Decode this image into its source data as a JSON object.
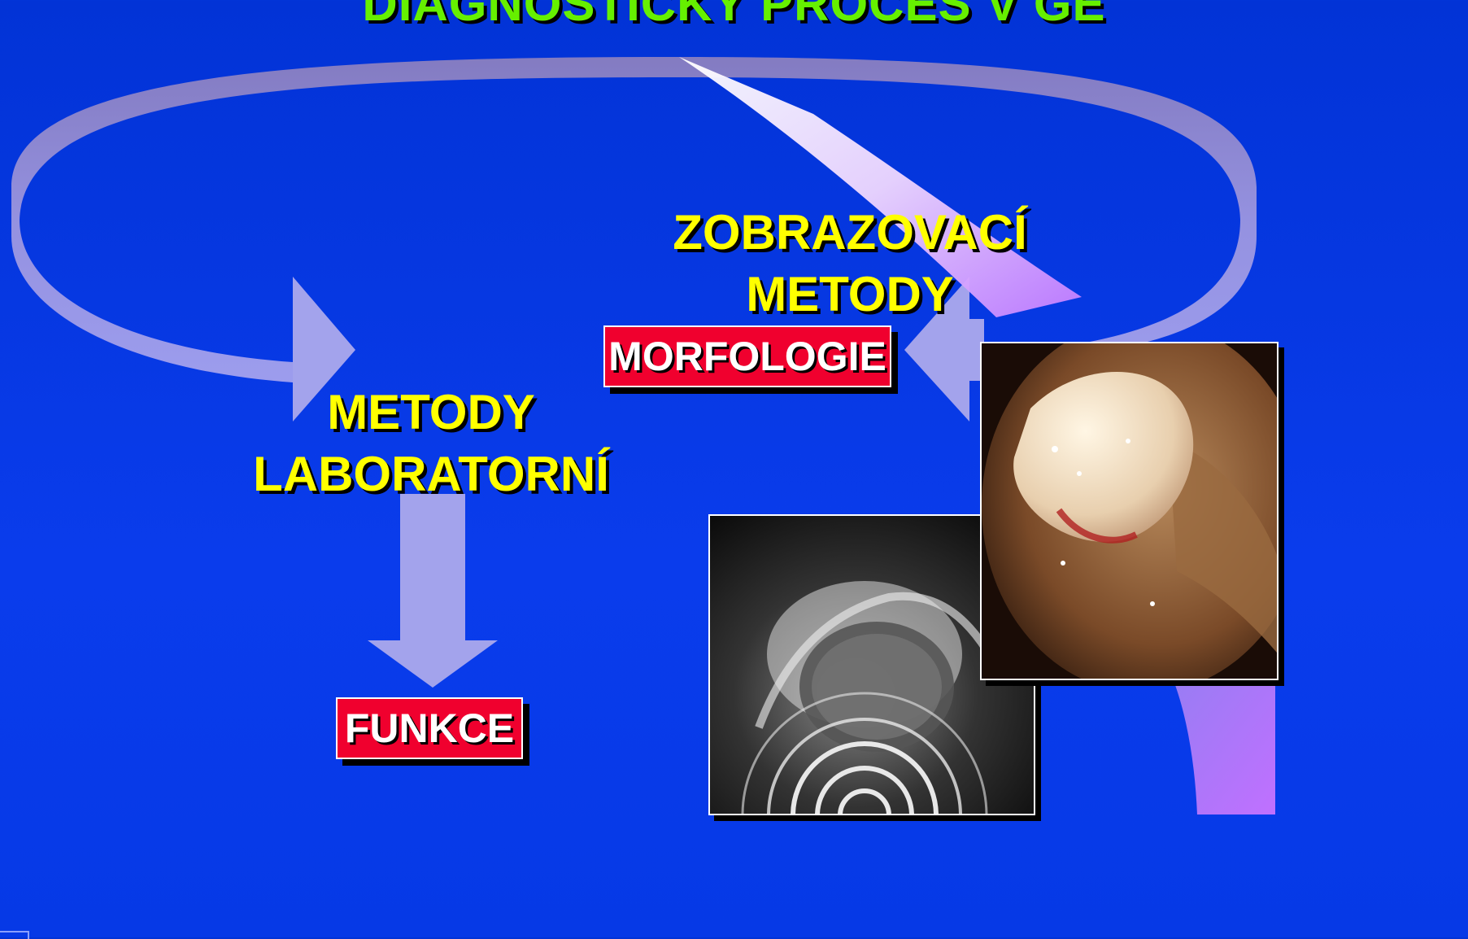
{
  "title": "DIAGNOSTICKÝ PROCES V GE",
  "imaging_label": {
    "line1": "ZOBRAZOVACÍ",
    "line2": "METODY"
  },
  "lab_label": {
    "line1": "METODY",
    "line2": "LABORATORNÍ"
  },
  "morphology_box": "MORFOLOGIE",
  "function_box": "FUNKCE",
  "colors": {
    "background": "#0a3cec",
    "arrow": "#a3a3ec",
    "title": "#66f000",
    "label": "#ffff00",
    "box": "#f0002e"
  },
  "images": [
    "endoscopic-ultrasound-image",
    "endoscopy-polyp-image"
  ]
}
